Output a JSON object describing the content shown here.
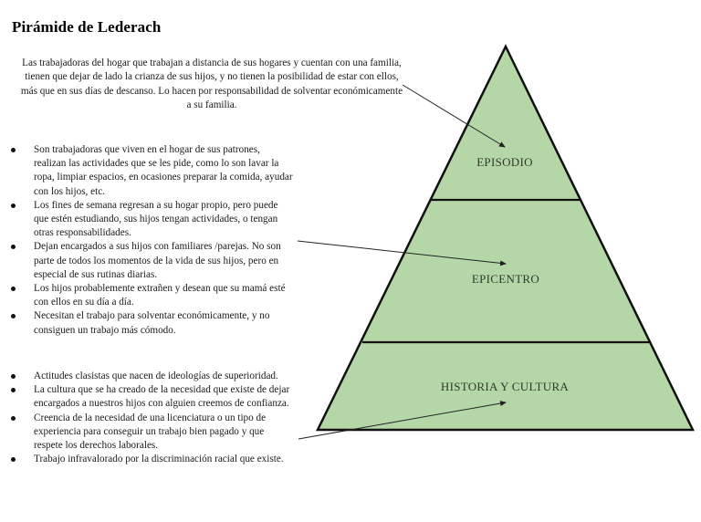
{
  "title": "Pirámide de Lederach",
  "intro_text": "Las trabajadoras del hogar que trabajan a distancia de sus hogares y cuentan con una familia, tienen que dejar de lado la crianza de sus hijos, y no tienen la posibilidad de estar con ellos, más que en sus días de descanso. Lo hacen por responsabilidad de solventar económicamente a su familia.",
  "pyramid": {
    "fill_color": "#b5d7a8",
    "stroke_color": "#111111",
    "layers": [
      {
        "label": "EPISODIO"
      },
      {
        "label": "EPICENTRO"
      },
      {
        "label": "HISTORIA Y CULTURA"
      }
    ]
  },
  "epicentro_points": [
    "Son trabajadoras que viven en el hogar de sus patrones, realizan las actividades que se les pide, como lo son lavar la ropa, limpiar espacios, en ocasiones preparar la comida, ayudar con los hijos, etc.",
    "Los fines de semana regresan a su hogar propio, pero puede que estén estudiando, sus hijos tengan actividades, o tengan otras responsabilidades.",
    "Dejan encargados a sus hijos con familiares /parejas. No son parte de todos los momentos de la vida de sus hijos, pero en especial de sus rutinas diarias.",
    "Los hijos probablemente extrañen y desean que su mamá esté con ellos en su día a día.",
    "Necesitan el trabajo para solventar económicamente, y no consiguen un trabajo más cómodo."
  ],
  "historia_points": [
    "Actitudes clasistas que nacen de ideologías de superioridad.",
    "La cultura que se ha creado de la necesidad que existe de dejar  encargados a nuestros hijos con alguien creemos de confianza.",
    "Creencia de la necesidad de una licenciatura o un tipo de experiencia para conseguir un trabajo bien pagado y que respete los derechos laborales.",
    "Trabajo infravalorado por la discriminación racial que existe."
  ]
}
